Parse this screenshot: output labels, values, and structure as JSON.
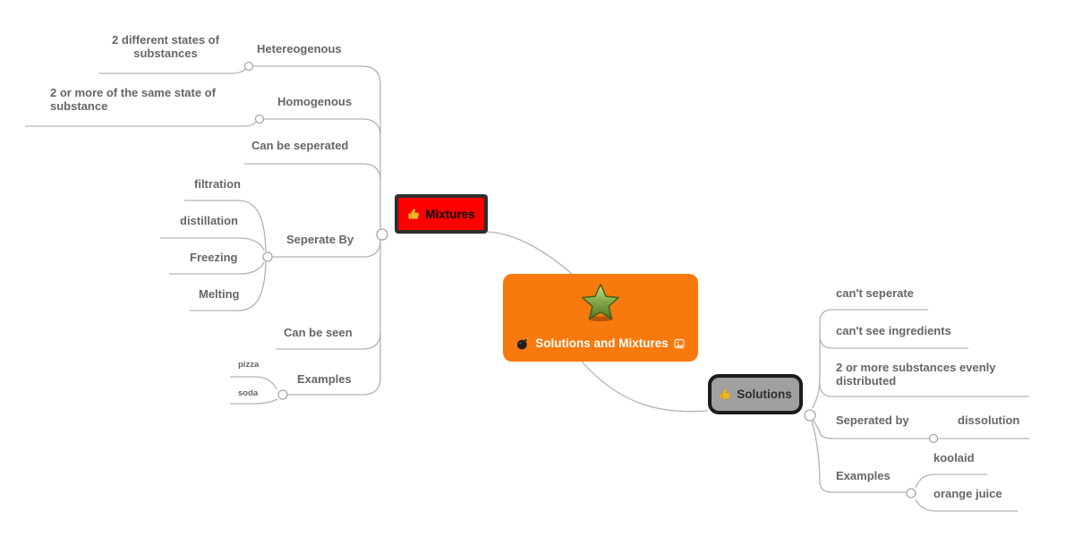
{
  "canvas": {
    "background": "#ffffff"
  },
  "palette": {
    "line": "#b3b3b3",
    "branch_text": "#666666",
    "central_bg": "#f8790d",
    "central_text": "#ffffff",
    "mixtures_bg": "#fe0000",
    "mixtures_border": "#2e2e2e",
    "mixtures_text": "#000000",
    "solutions_bg": "#a0a0a0",
    "solutions_border": "#1c1c1c",
    "solutions_text": "#2e2e2e",
    "star_green": "#6f9a37",
    "thumb_gold": "#f0b429"
  },
  "central_node": {
    "label": "Solutions and Mixtures",
    "icons": [
      "star-icon",
      "bomb-icon",
      "image-icon"
    ]
  },
  "mixtures": {
    "label": "Mixtures",
    "icon": "thumbs-up-icon",
    "branches": [
      {
        "label": "Hetereogenous",
        "children": [
          {
            "label": "2 different states of substances"
          }
        ]
      },
      {
        "label": "Homogenous",
        "children": [
          {
            "label": "2 or more of the same state of substance"
          }
        ]
      },
      {
        "label": "Can be seperated",
        "children": []
      },
      {
        "label": "Seperate By",
        "children": [
          {
            "label": "filtration"
          },
          {
            "label": "distillation"
          },
          {
            "label": "Freezing"
          },
          {
            "label": "Melting"
          }
        ]
      },
      {
        "label": "Can be seen",
        "children": []
      },
      {
        "label": "Examples",
        "children": [
          {
            "label": "pizza"
          },
          {
            "label": "soda"
          }
        ]
      }
    ]
  },
  "solutions": {
    "label": "Solutions",
    "icon": "thumbs-up-icon",
    "branches": [
      {
        "label": "can't seperate",
        "children": []
      },
      {
        "label": "can't see ingredients",
        "children": []
      },
      {
        "label": "2 or more substances evenly distributed",
        "children": []
      },
      {
        "label": "Seperated by",
        "children": [
          {
            "label": "dissolution"
          }
        ]
      },
      {
        "label": "Examples",
        "children": [
          {
            "label": "koolaid"
          },
          {
            "label": "orange juice"
          }
        ]
      }
    ]
  }
}
